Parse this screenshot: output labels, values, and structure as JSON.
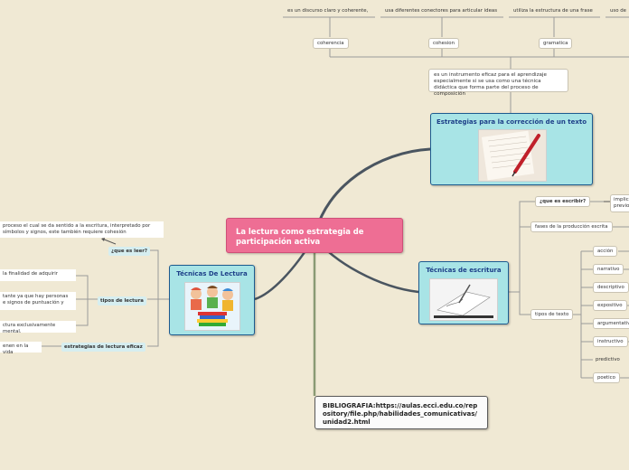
{
  "central": "La lectura como estrategia de participación activa",
  "bibliography": "BIBLIOGRAFIA:https://aulas.ecci.edu.co/repository/file.php/habilidades_comunicativas/unidad2.html",
  "correccion": {
    "title": "Estrategias para la corrección de un texto",
    "description": "es un instrumento eficaz para el aprendizaje especialmente si se usa como una técnica didáctica que forma parte del proceso de composición",
    "branches": [
      {
        "label": "coherencia",
        "detail": "es un discurso claro y coherente,"
      },
      {
        "label": "cohesion",
        "detail": "usa diferentes conectores para articular ideas"
      },
      {
        "label": "gramatica",
        "detail": "utiliza la estructura de una frase"
      }
    ],
    "cut_detail": "uso de"
  },
  "escritura": {
    "title": "Técnicas de escritura",
    "que_es_escribir": "¿que es escribir?",
    "que_es_escribir_detail": "implica previo",
    "fases": "fases de la producción escrita",
    "tipos": "tipos de texto",
    "tipos_items": [
      "acción",
      "narrativo",
      "descriptivo",
      "expositivo",
      "argumentativo",
      "instructivo",
      "predictivo",
      "poetico"
    ]
  },
  "lectura": {
    "title": "Técnicas De Lectura",
    "que_es_leer": "¿que es leer?",
    "que_es_leer_detail": "proceso el cual se da sentido a la escritura, interpretado por símbolos y signos, este también requiere cohesión",
    "tipos_lectura": "tipos de lectura",
    "tipos_items": [
      "la finalidad de adquirir",
      "tante ya que hay personas\ne signos de puntuación y",
      "ctura exclusivamente mental."
    ],
    "estrategias": "estrategias de lectura eficaz",
    "estrategias_detail": "enen en la vida"
  }
}
